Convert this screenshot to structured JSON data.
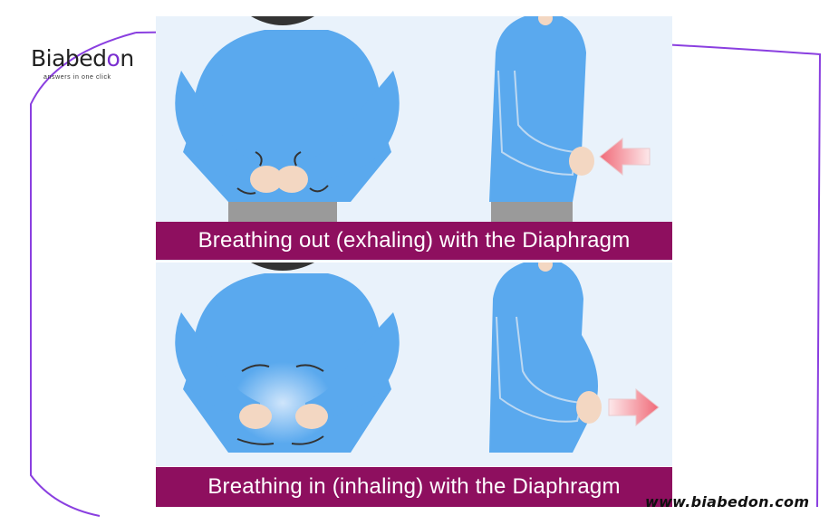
{
  "brand": {
    "name_part1": "Biabed",
    "name_part2": "o",
    "name_part3": "n",
    "tagline": "answers in one click",
    "website": "www.biabedon.com"
  },
  "captions": {
    "top": "Breathing out (exhaling) with the Diaphragm",
    "bottom": "Breathing in (inhaling) with the Diaphragm"
  },
  "colors": {
    "shirt": "#5aa9ee",
    "caption_bg": "#8e0f5f",
    "panel_bg": "#e9f2fb",
    "arrow": "#f07a86",
    "frame": "#8a3fe0"
  },
  "icons": {
    "exhale_arrow": "arrow-left-icon",
    "inhale_arrow": "arrow-right-icon"
  }
}
